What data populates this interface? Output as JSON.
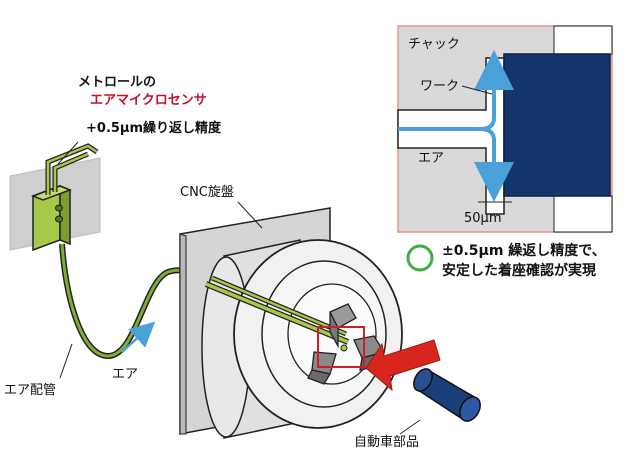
{
  "sensor": {
    "title_line1": "メトロールの",
    "title_line2": "エアマイクロセンサ",
    "accuracy": "+0.5μm繰り返し精度"
  },
  "machine": {
    "label": "CNC旋盤"
  },
  "labels": {
    "air_pipe": "エア配管",
    "air_flow": "エア",
    "auto_part": "自動車部品"
  },
  "inset": {
    "chuck": "チャック",
    "work": "ワーク",
    "air": "エア",
    "gap": "50μm"
  },
  "result": {
    "line1": "±0.5μm 繰返し精度で、",
    "line2": "安定した着座確認が実現"
  },
  "colors": {
    "sensor_green": "#a8c84a",
    "pipe_green": "#6f9a2a",
    "work_navy": "#15366d",
    "air_blue": "#4aa0d8",
    "arrow_red": "#d8261f",
    "highlight_red": "#cc1f2b",
    "inset_border": "#e8918d",
    "circle_green": "#3fae49"
  }
}
